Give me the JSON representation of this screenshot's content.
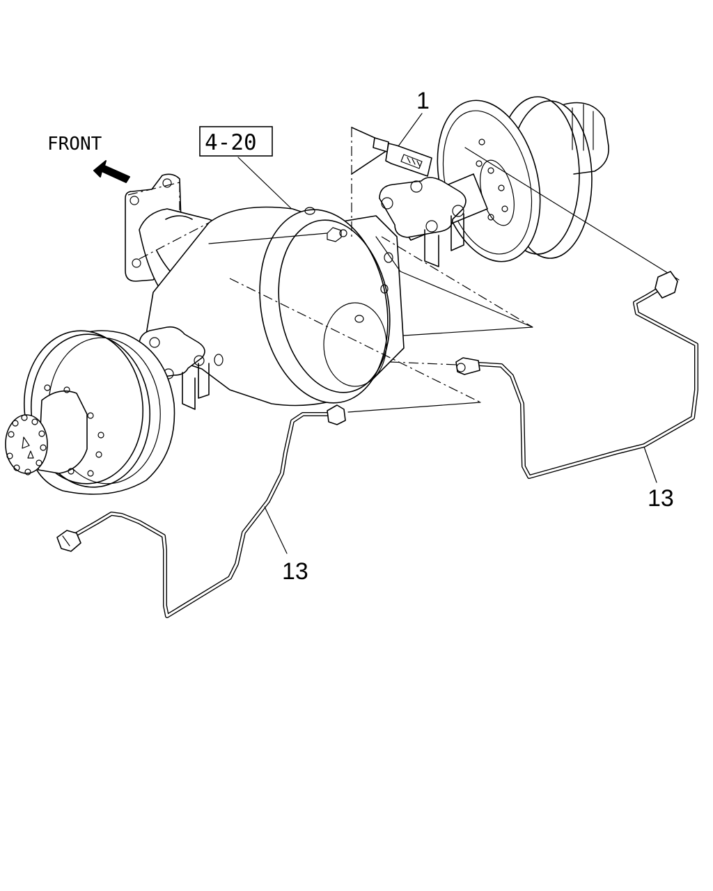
{
  "labels": {
    "front": "FRONT",
    "ref_box": "4-20",
    "part_1": "1",
    "part_13_right": "13",
    "part_13_left": "13"
  },
  "colors": {
    "ink": "#000000",
    "background": "#ffffff"
  },
  "icons": {
    "front_arrow": "arrow-up-left-icon"
  }
}
